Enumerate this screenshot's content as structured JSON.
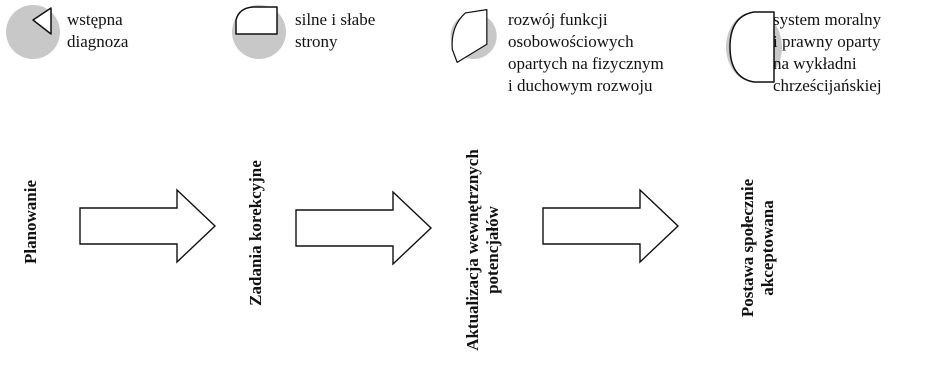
{
  "colors": {
    "shade": "#c8c8c8",
    "outline": "#111111",
    "background": "#ffffff"
  },
  "stages": [
    {
      "title_lines": [
        "Planowanie"
      ],
      "note_lines": [
        "wstępna",
        "diagnoza"
      ],
      "fill_fraction": 0.25
    },
    {
      "title_lines": [
        "Zadania korekcyjne"
      ],
      "note_lines": [
        "silne i słabe",
        "strony"
      ],
      "fill_fraction": 0.5
    },
    {
      "title_lines": [
        "Aktualizacja wewnętrznych",
        "potencjałów"
      ],
      "note_lines": [
        "rozwój funkcji",
        "osobowościowych",
        "opartych na fizycznym",
        "i duchowym rozwoju"
      ],
      "fill_fraction": 0.75
    },
    {
      "title_lines": [
        "Postawa społecznie",
        "akceptowana"
      ],
      "note_lines": [
        "system moralny",
        "i prawny oparty",
        "na wykładni",
        "chrześcijańskiej"
      ],
      "fill_fraction": 1.0
    }
  ]
}
